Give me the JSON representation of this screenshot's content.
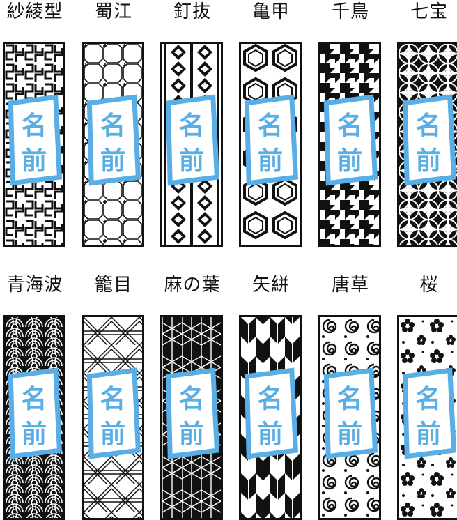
{
  "patterns": [
    {
      "label": "紗綾型",
      "icon": "sayagata-pattern"
    },
    {
      "label": "蜀江",
      "icon": "shokko-pattern"
    },
    {
      "label": "釘抜",
      "icon": "kuginuki-pattern"
    },
    {
      "label": "亀甲",
      "icon": "kikko-pattern"
    },
    {
      "label": "千鳥",
      "icon": "houndstooth-pattern"
    },
    {
      "label": "七宝",
      "icon": "shippo-pattern"
    },
    {
      "label": "青海波",
      "icon": "seigaiha-pattern"
    },
    {
      "label": "籠目",
      "icon": "kagome-pattern"
    },
    {
      "label": "麻の葉",
      "icon": "asanoha-pattern"
    },
    {
      "label": "矢絣",
      "icon": "yagasuri-pattern"
    },
    {
      "label": "唐草",
      "icon": "karakusa-pattern"
    },
    {
      "label": "桜",
      "icon": "sakura-pattern"
    }
  ],
  "name_badge": {
    "text": "名前",
    "color": "#5aaee6"
  }
}
